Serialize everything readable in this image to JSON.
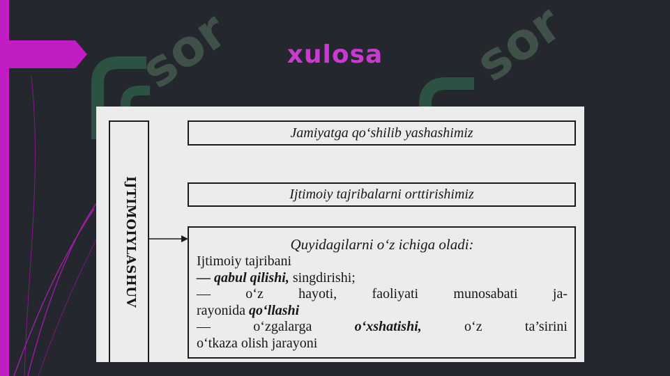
{
  "slide": {
    "title": "xulosa",
    "accent_color": "#c21cc4",
    "title_color": "#c93bd0",
    "watermark": "sor"
  },
  "diagram": {
    "vertical_label": "IJTIMOIYLASHUV",
    "box1": "Jamiyatga qo‘shilib yashashimiz",
    "box2": "Ijtimoiy tajribalarni orttirishimiz",
    "box3": {
      "heading": "Quyidagilarni o‘z ichiga oladi:",
      "line1": "Ijtimoiy tajribani",
      "line2_bold": "— qabul qilishi,",
      "line2_rest": " singdirishi;",
      "line3": "— o‘z hayoti, faoliyati munosabati ja-",
      "line4_plain": "rayonida ",
      "line4_bold": "qo‘llashi",
      "line5_plain1": "— o‘zgalarga ",
      "line5_bold": "o‘xshatishi,",
      "line5_plain2": " o‘z ta’sirini",
      "line6": "o‘tkaza olish jarayoni"
    }
  }
}
